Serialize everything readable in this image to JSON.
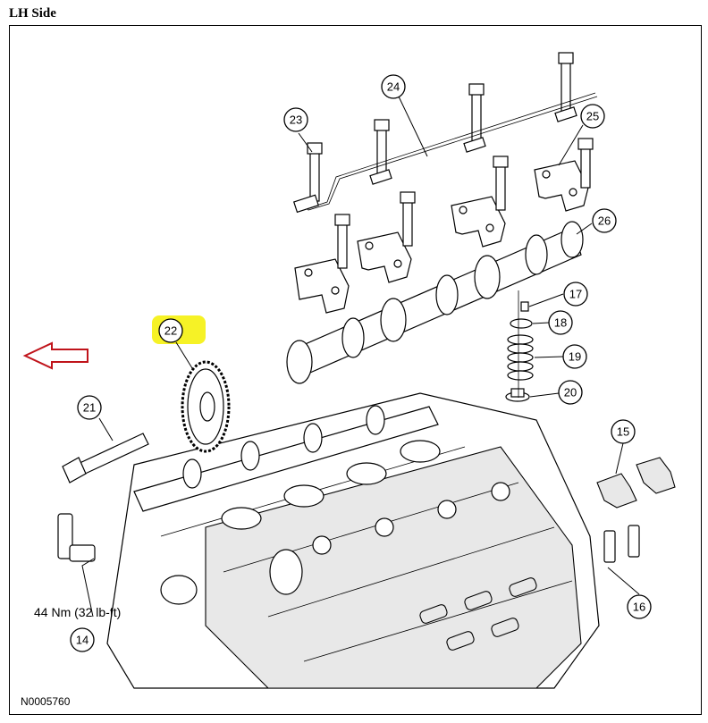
{
  "header": {
    "title": "LH Side"
  },
  "torque_label": "44 Nm (32 lb-ft)",
  "figure_code": "N0005760",
  "callouts": {
    "c14": "14",
    "c15": "15",
    "c16": "16",
    "c17": "17",
    "c18": "18",
    "c19": "19",
    "c20": "20",
    "c21": "21",
    "c22": "22",
    "c23": "23",
    "c24": "24",
    "c25": "25",
    "c26": "26"
  },
  "colors": {
    "highlight": "#f5f000",
    "arrow": "#c0141b"
  }
}
